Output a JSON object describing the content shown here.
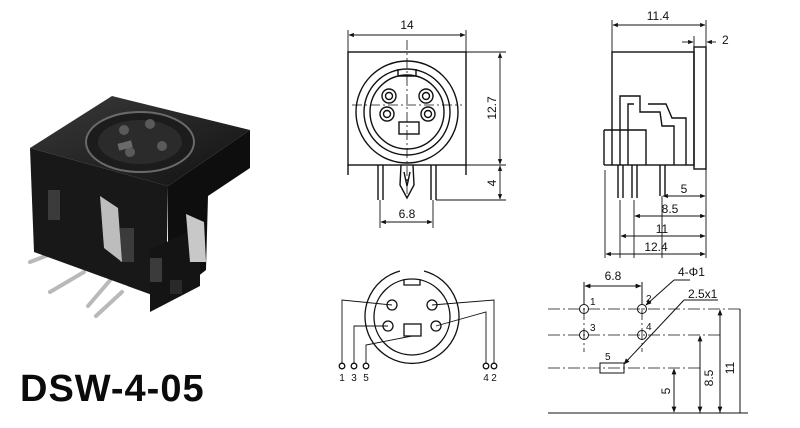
{
  "model": "DSW-4-05",
  "front_view": {
    "width": "14",
    "height": "12.7",
    "pin_length": "4",
    "pin_spacing": "6.8"
  },
  "side_view": {
    "depth": "11.4",
    "flange": "2",
    "d5": "5",
    "d85": "8.5",
    "d11": "11",
    "d124": "12.4"
  },
  "wiring": {
    "left_pins": [
      "1",
      "3",
      "5"
    ],
    "right_pins": [
      "4",
      "2"
    ]
  },
  "layout": {
    "spacing": "6.8",
    "hole": "4-Φ1",
    "slot": "2.5x1",
    "pins": [
      "1",
      "2",
      "3",
      "4",
      "5"
    ],
    "v5": "5",
    "v85": "8.5",
    "v11": "11"
  }
}
